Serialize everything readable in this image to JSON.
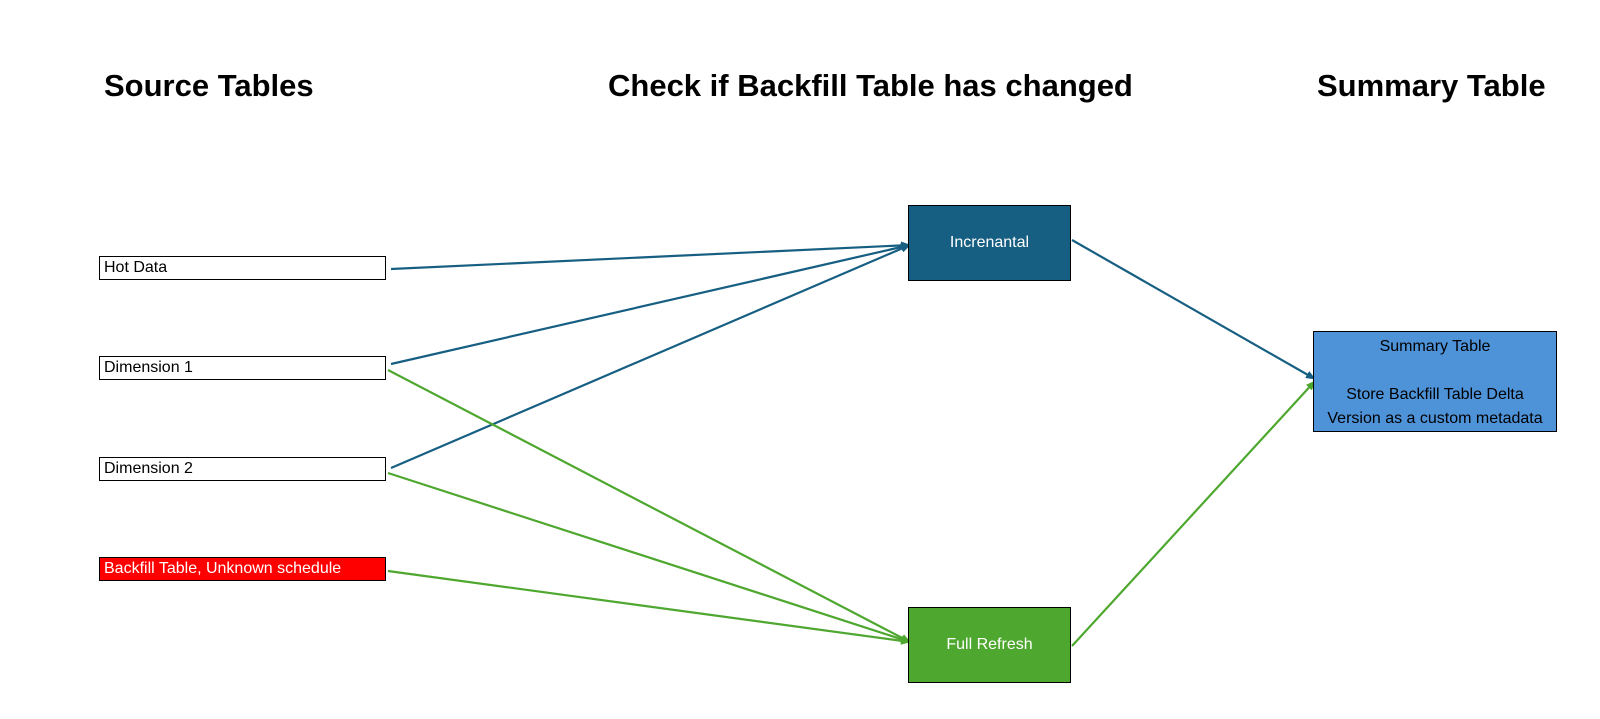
{
  "headings": {
    "source": "Source Tables",
    "check": "Check if Backfill Table has changed",
    "summary": "Summary Table"
  },
  "sources": {
    "hot_data": "Hot Data",
    "dimension_1": "Dimension 1",
    "dimension_2": "Dimension 2",
    "backfill": "Backfill Table, Unknown schedule"
  },
  "processes": {
    "incremental": "Increnantal",
    "full_refresh": "Full Refresh"
  },
  "summary_box": {
    "title": "Summary Table",
    "line1": "Store Backfill Table Delta",
    "line2": "Version as a custom metadata"
  },
  "colors": {
    "incremental": "#175f82",
    "full_refresh": "#4ea72e",
    "summary": "#4e92d8",
    "backfill": "#ff0000"
  }
}
